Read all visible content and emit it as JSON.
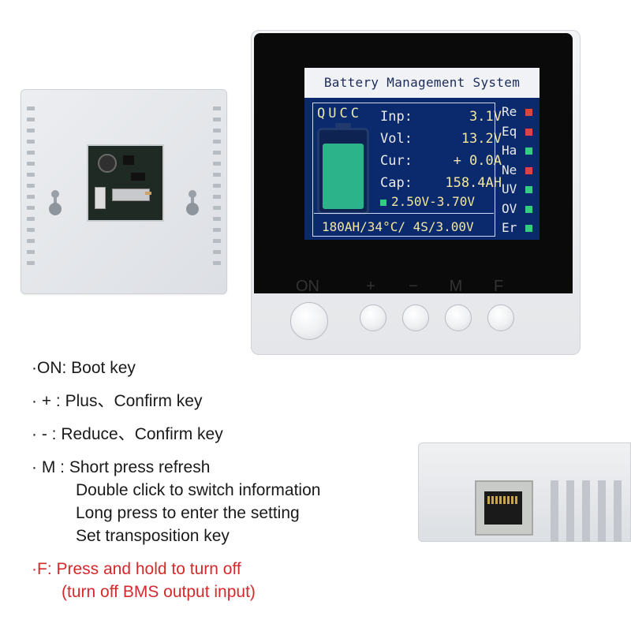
{
  "lcd": {
    "title": "Battery Management System",
    "logo": "QUCC",
    "readings": [
      {
        "label": "Inp:",
        "value": "3.1V"
      },
      {
        "label": "Vol:",
        "value": "13.2V"
      },
      {
        "label": "Cur:",
        "value": "+ 0.0A"
      },
      {
        "label": "Cap:",
        "value": "158.4AH"
      }
    ],
    "range": "2.50V-3.70V",
    "footer": "180AH/34°C/ 4S/3.00V",
    "status": [
      {
        "label": "Re",
        "color": "#d9463f"
      },
      {
        "label": "Eq",
        "color": "#d9463f"
      },
      {
        "label": "Ha",
        "color": "#2fd17c"
      },
      {
        "label": "Ne",
        "color": "#d9463f"
      },
      {
        "label": "UV",
        "color": "#2fd17c"
      },
      {
        "label": "OV",
        "color": "#2fd17c"
      },
      {
        "label": "Er",
        "color": "#2fd17c"
      }
    ],
    "battery_level": 0.9
  },
  "buttons": [
    {
      "label": "ON"
    },
    {
      "label": "+"
    },
    {
      "label": "−"
    },
    {
      "label": "M"
    },
    {
      "label": "F"
    }
  ],
  "instructions": {
    "on": "·ON: Boot key",
    "plus": "·  + : Plus、Confirm key",
    "minus": "·  - : Reduce、Confirm key",
    "m_head": "·  M : Short press refresh",
    "m_line2": "Double click to switch information",
    "m_line3": "Long press to enter the setting",
    "m_line4": "Set transposition key",
    "f_head": "·F: Press and hold to turn off",
    "f_line2": "(turn off BMS output input)"
  }
}
